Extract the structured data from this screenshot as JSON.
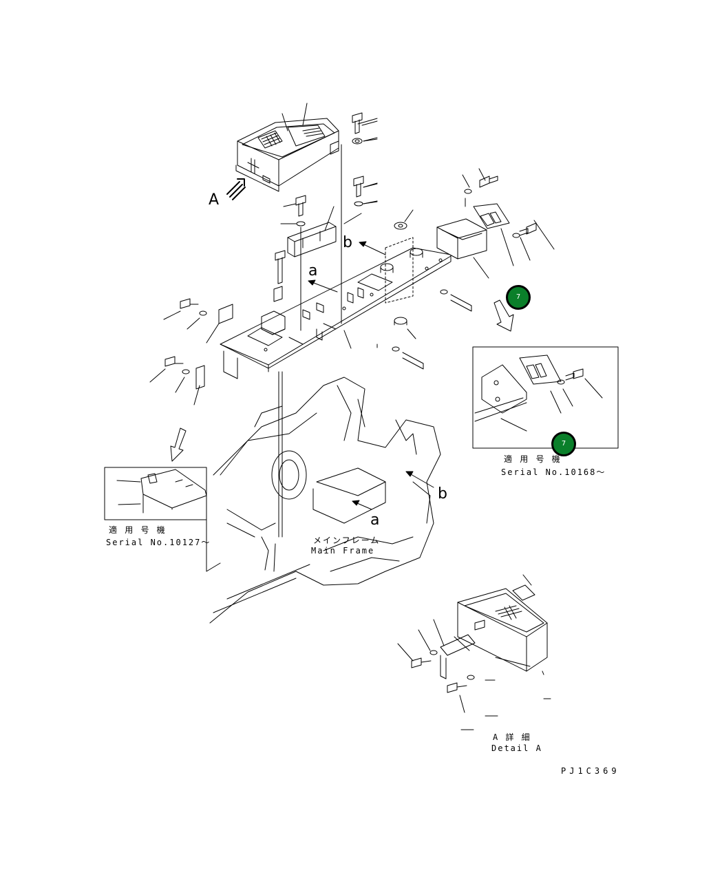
{
  "labels": {
    "view_a": "A",
    "callout_a_upper": "a",
    "callout_b_upper": "b",
    "callout_a_lower": "a",
    "callout_b_lower": "b",
    "applicable_jp_1": "適 用 号 機",
    "serial_1": "Serial No.10127～",
    "applicable_jp_2": "適 用 号 機",
    "serial_2": "Serial No.10168～",
    "main_frame_jp": "メインフレーム",
    "main_frame_en": "Main Frame",
    "detail_jp": "A 詳 細",
    "detail_en": "Detail A",
    "drawing_code": "PJ1C369"
  },
  "markers": [
    {
      "id": "marker-1",
      "label": "7",
      "color": "#0a7f2a"
    },
    {
      "id": "marker-2",
      "label": "7",
      "color": "#0a7f2a"
    }
  ]
}
